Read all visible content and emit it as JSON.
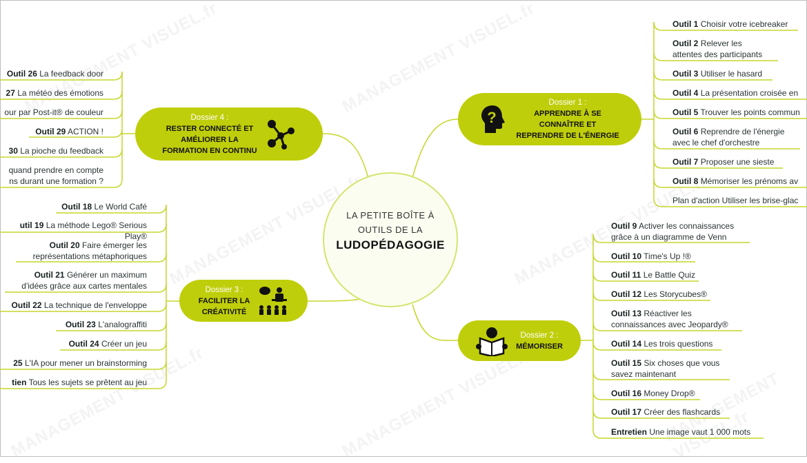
{
  "center": {
    "subtitle": "LA PETITE BOÎTE À\nOUTILS DE LA",
    "title": "LUDOPÉDAGOGIE"
  },
  "colors": {
    "accent": "#bfce0a",
    "line": "#c6d62a",
    "circle_fill": "#fbfdf0"
  },
  "watermark": "MANAGEMENT VISUEL.fr",
  "dossiers": {
    "d1": {
      "label": "Dossier 1 :",
      "title": "APPRENDRE À SE\nCONNAÎTRE ET\nREPRENDRE DE L'ÉNERGIE",
      "icon": "head-question-icon",
      "items": [
        {
          "bold": "Outil 1",
          "text": "Choisir votre icebreaker"
        },
        {
          "bold": "Outil 2",
          "text": "Relever les\nattentes des participants"
        },
        {
          "bold": "Outil 3",
          "text": "Utiliser le hasard"
        },
        {
          "bold": "Outil 4",
          "text": "La présentation croisée en"
        },
        {
          "bold": "Outil 5",
          "text": "Trouver les points commun"
        },
        {
          "bold": "Outil 6",
          "text": "Reprendre de l'énergie\navec le chef d'orchestre"
        },
        {
          "bold": "Outil 7",
          "text": "Proposer une sieste"
        },
        {
          "bold": "Outil 8",
          "text": "Mémoriser les prénoms av"
        },
        {
          "bold": "",
          "text": "Plan d'action Utiliser les brise-glac"
        }
      ]
    },
    "d2": {
      "label": "Dossier 2 :",
      "title": "MÉMORISER",
      "icon": "reading-person-icon",
      "items": [
        {
          "bold": "Outil 9",
          "text": "Activer les connaissances\ngrâce à un diagramme de Venn"
        },
        {
          "bold": "Outil 10",
          "text": "Time's Up !®"
        },
        {
          "bold": "Outil 11",
          "text": "Le Battle Quiz"
        },
        {
          "bold": "Outil 12",
          "text": "Les Storycubes®"
        },
        {
          "bold": "Outil 13",
          "text": "Réactiver les\nconnaissances avec Jeopardy®"
        },
        {
          "bold": "Outil 14",
          "text": "Les trois questions"
        },
        {
          "bold": "Outil 15",
          "text": "Six choses que vous\nsavez maintenant"
        },
        {
          "bold": "Outil 16",
          "text": "Money Drop®"
        },
        {
          "bold": "Outil 17",
          "text": "Créer des flashcards"
        },
        {
          "bold": "Entretien",
          "text": "Une image vaut 1 000 mots"
        }
      ]
    },
    "d3": {
      "label": "Dossier 3 :",
      "title": "FACILITER LA\nCRÉATIVITÉ",
      "icon": "group-presentation-icon",
      "items": [
        {
          "bold": "Outil 18",
          "text": "Le World Café"
        },
        {
          "bold": "util 19",
          "text": "La méthode Lego® Serious Play®"
        },
        {
          "bold": "Outil 20",
          "text": "Faire émerger les\nreprésentations métaphoriques"
        },
        {
          "bold": "Outil 21",
          "text": "Générer un maximum\nd'idées grâce aux cartes mentales"
        },
        {
          "bold": "Outil 22",
          "text": "La technique de l'enveloppe"
        },
        {
          "bold": "Outil 23",
          "text": "L'analograffiti"
        },
        {
          "bold": "Outil 24",
          "text": "Créer un jeu"
        },
        {
          "bold": "25",
          "text": "L'IA pour mener un brainstorming"
        },
        {
          "bold": "tien",
          "text": "Tous les sujets se prêtent au jeu"
        }
      ]
    },
    "d4": {
      "label": "Dossier 4 :",
      "title": "RESTER CONNECTÉ ET\nAMÉLIORER LA\nFORMATION EN CONTINU",
      "icon": "molecule-network-icon",
      "items": [
        {
          "bold": "Outil 26",
          "text": "La feedback door"
        },
        {
          "bold": "27",
          "text": "La météo des émotions"
        },
        {
          "bold": "",
          "text": "our par Post-it® de couleur"
        },
        {
          "bold": "Outil  29",
          "text": "ACTION !"
        },
        {
          "bold": "30",
          "text": "La pioche du feedback"
        },
        {
          "bold": "",
          "text": "quand prendre en compte\nns durant une formation ?"
        }
      ]
    }
  }
}
